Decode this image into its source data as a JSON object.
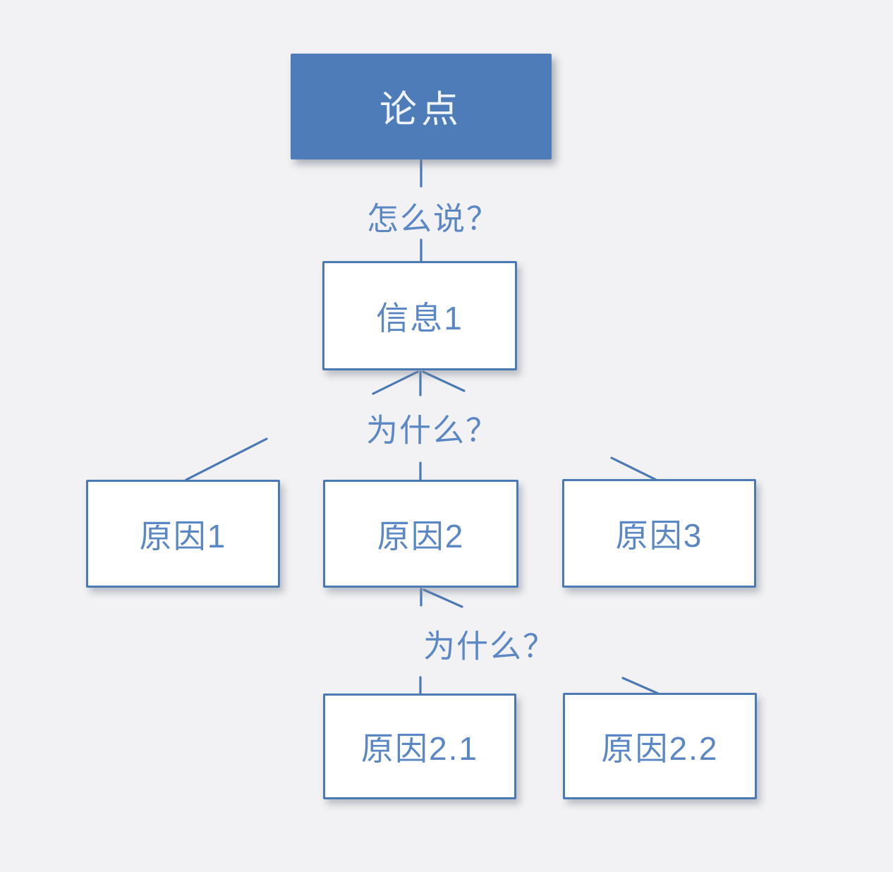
{
  "canvas": {
    "background": "#f2f2f4"
  },
  "colors": {
    "root_fill": "#4e7cb8",
    "root_text": "#eef3fa",
    "node_fill": "#ffffff",
    "node_border": "#4a79b4",
    "node_text": "#5b87c4",
    "edge_line": "#4a79b4",
    "edge_label_text": "#5b87c4"
  },
  "diagram": {
    "type": "tree",
    "nodes": [
      {
        "id": "thesis",
        "label": "论点",
        "role": "root"
      },
      {
        "id": "message-1",
        "label": "信息1",
        "role": "node"
      },
      {
        "id": "reason-1",
        "label": "原因1",
        "role": "node"
      },
      {
        "id": "reason-2",
        "label": "原因2",
        "role": "node"
      },
      {
        "id": "reason-3",
        "label": "原因3",
        "role": "node"
      },
      {
        "id": "reason-2-1",
        "label": "原因2.1",
        "role": "node"
      },
      {
        "id": "reason-2-2",
        "label": "原因2.2",
        "role": "node"
      }
    ],
    "edge_labels": [
      {
        "id": "how-to-say",
        "text": "怎么说？"
      },
      {
        "id": "why-1",
        "text": "为什么？"
      },
      {
        "id": "why-2",
        "text": "为什么？"
      }
    ],
    "edges": [
      {
        "from": "thesis",
        "to": "message-1",
        "question": "怎么说？"
      },
      {
        "from": "message-1",
        "to": "reason-1",
        "question": "为什么？"
      },
      {
        "from": "message-1",
        "to": "reason-2",
        "question": "为什么？"
      },
      {
        "from": "message-1",
        "to": "reason-3",
        "question": "为什么？"
      },
      {
        "from": "reason-2",
        "to": "reason-2-1",
        "question": "为什么？"
      },
      {
        "from": "reason-2",
        "to": "reason-2-2",
        "question": "为什么？"
      }
    ]
  }
}
